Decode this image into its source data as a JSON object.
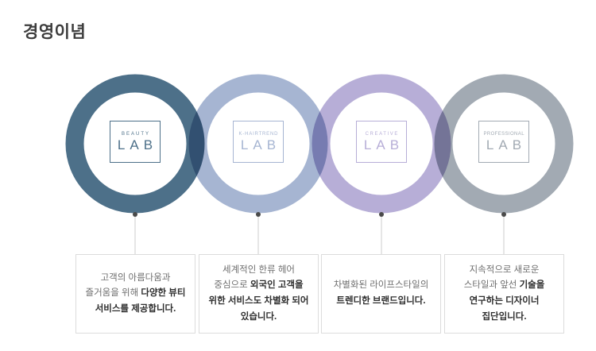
{
  "page": {
    "title": "경영이념"
  },
  "connector": {
    "dot_color": "#4a4a4a",
    "line_color": "#cccccc"
  },
  "items": [
    {
      "brand_top": "BEAUTY",
      "brand_main": "LAB",
      "ring_color": "#4d7089",
      "desc_regular": "고객의 아름다움과 즐거움을 위해 ",
      "desc_bold": "다양한 뷰티 서비스를 제공합니다."
    },
    {
      "brand_top": "K-HAIRTREND",
      "brand_main": "LAB",
      "ring_color": "#a6b5d2",
      "desc_regular": "세계적인 한류 헤어 중심으로 ",
      "desc_bold": "외국인 고객을 위한 서비스도 차별화 되어 있습니다."
    },
    {
      "brand_top": "CREATIVE",
      "brand_main": "LAB",
      "ring_color": "#b7aed7",
      "desc_regular": "차별화된 라이프스타일의 ",
      "desc_bold": "트렌디한 브랜드입니다."
    },
    {
      "brand_top": "PROFESSIONAL",
      "brand_main": "LAB",
      "ring_color": "#a2aab3",
      "desc_regular": "지속적으로 새로운 스타일과 앞선 ",
      "desc_bold": "기술을 연구하는 디자이너 집단입니다."
    }
  ]
}
